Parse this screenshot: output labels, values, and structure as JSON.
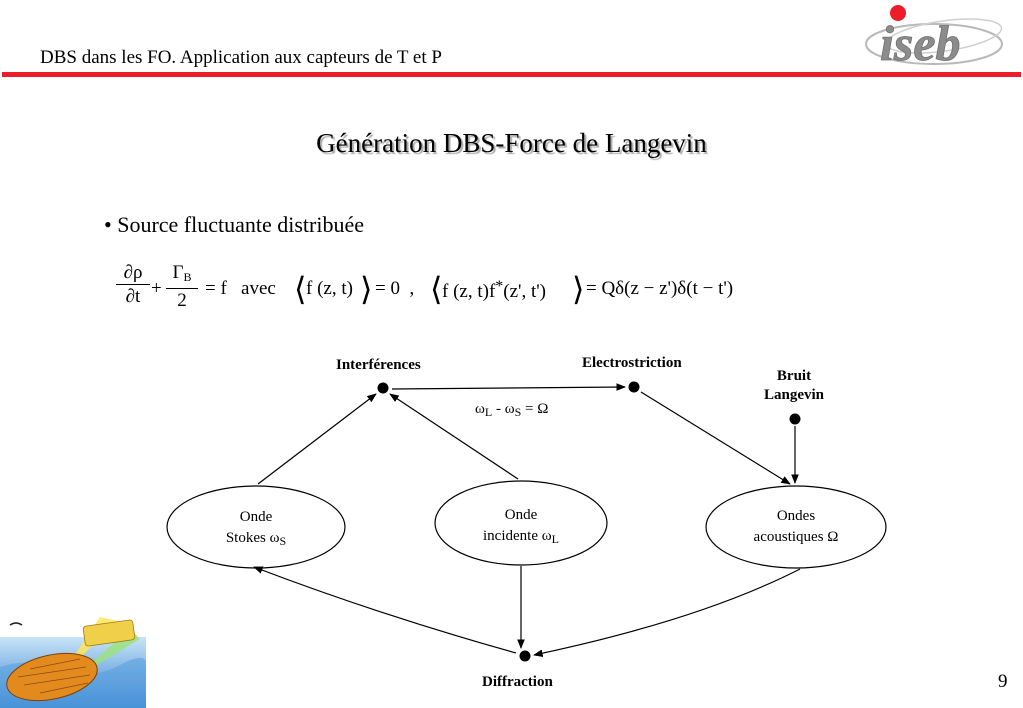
{
  "header": {
    "title": "DBS dans les FO. Application aux capteurs de T et P",
    "logo_text": "iseb",
    "accent_color": "#ee1c2a"
  },
  "slide": {
    "title": "Génération DBS-Force de Langevin",
    "bullet": "• Source fluctuante distribuée",
    "page_number": "9"
  },
  "equation": {
    "frac1_num": "∂ρ",
    "frac1_den": "∂t",
    "frac2_num_sym": "Γ",
    "frac2_num_sub": "B",
    "frac2_den": "2",
    "eq_part1": "= f   avec",
    "corr1_left": "⟨",
    "corr1_body": "f (z, t)",
    "corr1_right": "⟩",
    "eq_part2": "= 0  ,",
    "corr2_left": "⟨",
    "corr2_body": "f (z, t)f",
    "corr2_sup": "*",
    "corr2_body2": "(z', t')",
    "corr2_right": "⟩",
    "eq_part3": "= Qδ(z − z')δ(t − t')"
  },
  "diagram": {
    "nodes": {
      "interferences": "Interférences",
      "electrostriction": "Electrostriction",
      "bruit_line1": "Bruit",
      "bruit_line2": "Langevin",
      "diffraction": "Diffraction"
    },
    "relation": {
      "w": "ω",
      "sub_l": "L",
      "dash": " - ",
      "sub_s": "S",
      "equals_omega": " = Ω"
    },
    "waves": {
      "stokes_line1": "Onde",
      "stokes_line2": "Stokes ω",
      "stokes_sub": "S",
      "incident_line1": "Onde",
      "incident_line2": "incidente ω",
      "incident_sub": "L",
      "acoustic_line1": "Ondes",
      "acoustic_line2": "acoustiques Ω"
    }
  }
}
